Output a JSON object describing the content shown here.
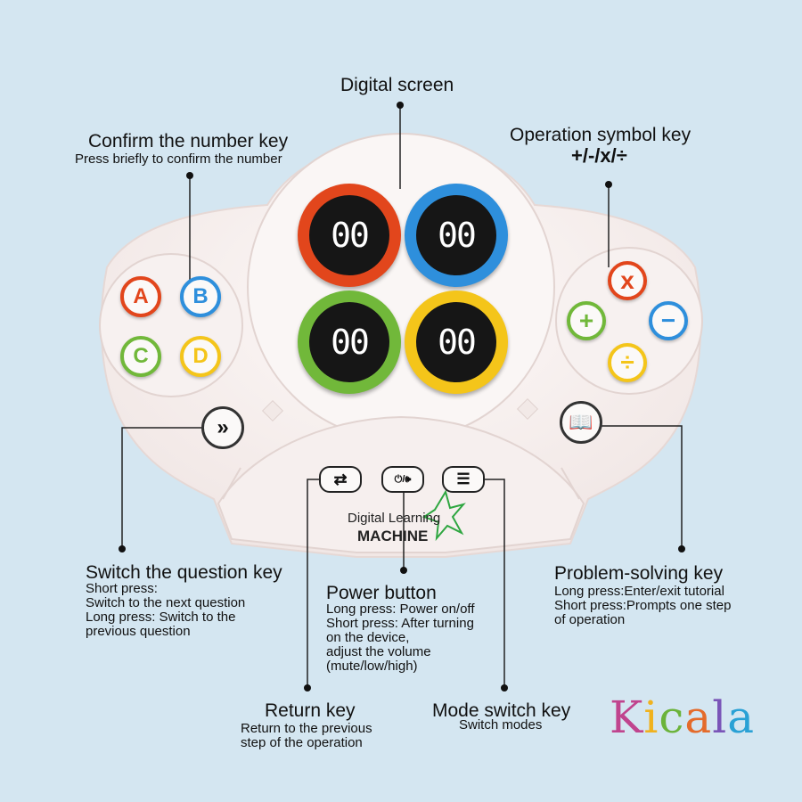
{
  "labels": {
    "digital_screen": "Digital screen",
    "confirm": {
      "title": "Confirm the number key",
      "desc": "Press briefly to confirm the number"
    },
    "operation": {
      "title": "Operation symbol key",
      "symbols": "+/-/x/÷"
    },
    "switch_question": {
      "title": "Switch the question key",
      "lines": [
        "Short press:",
        "Switch to the next question",
        "Long press: Switch to the",
        "previous question"
      ]
    },
    "power": {
      "title": "Power button",
      "lines": [
        "Long press: Power on/off",
        "Short press: After turning",
        "on the device,",
        "adjust the volume",
        "(mute/low/high)"
      ]
    },
    "problem": {
      "title": "Problem-solving key",
      "lines": [
        "Long press:Enter/exit tutorial",
        "Short press:Prompts one step",
        "of operation"
      ]
    },
    "return": {
      "title": "Return key",
      "lines": [
        "Return to the previous",
        "step of the operation"
      ]
    },
    "mode": {
      "title": "Mode switch key",
      "desc": "Switch modes"
    }
  },
  "device": {
    "letters": [
      "A",
      "B",
      "C",
      "D"
    ],
    "displays": [
      "00",
      "00",
      "00",
      "00"
    ],
    "operators": [
      "x",
      "+",
      "−",
      "÷"
    ],
    "logo_line1": "Digital Learning",
    "logo_line2": "MACHINE",
    "power_glyph": "⏻/🕪",
    "return_glyph": "⇄",
    "mode_glyph": "☰",
    "skip_glyph": "»",
    "book_glyph": "📖"
  },
  "brand": {
    "name": "Kicala",
    "letters": [
      "K",
      "i",
      "c",
      "a",
      "l",
      "a"
    ],
    "colors": [
      "#c0448e",
      "#f0b21e",
      "#6bb33a",
      "#e46b2b",
      "#7a55b8",
      "#2aa1d5"
    ]
  },
  "colors": {
    "red": "#e2461c",
    "blue": "#2e8fdc",
    "green": "#71b83a",
    "yellow": "#f4c51a",
    "background": "#d4e6f1",
    "body": "#f5eeec"
  }
}
